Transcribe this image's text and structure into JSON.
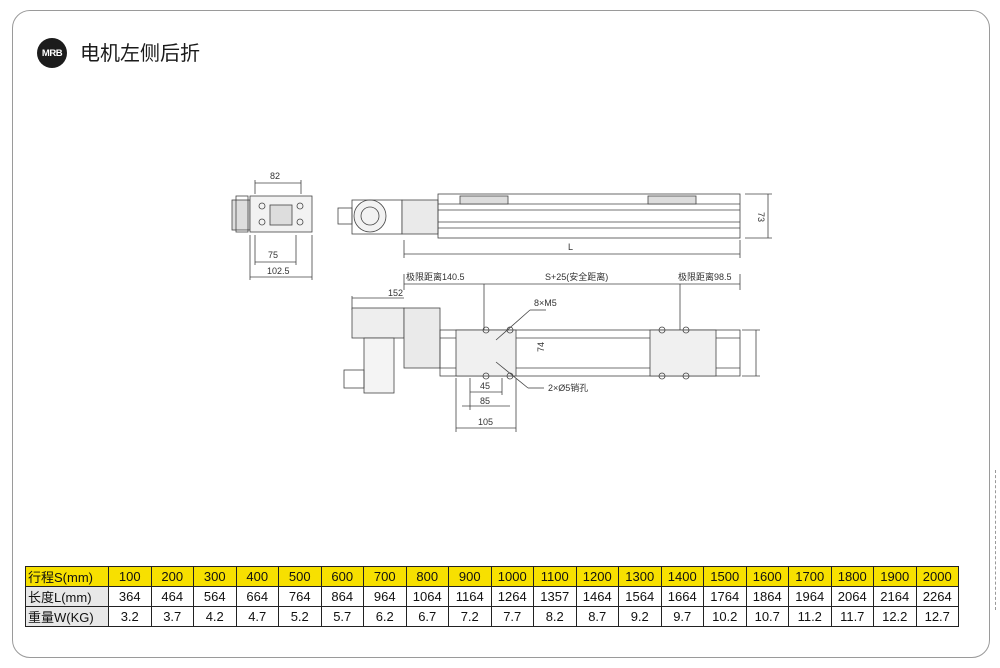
{
  "header": {
    "badge": "MRB",
    "title": "电机左侧后折"
  },
  "drawing": {
    "dims": {
      "end_82": "82",
      "end_75": "75",
      "end_102": "102.5",
      "height_73": "73",
      "length_L": "L",
      "limit_left": "极限距离140.5",
      "stroke_safe": "S+25(安全距离)",
      "limit_right": "极限距离98.5",
      "motor_152": "152",
      "screws": "8×M5",
      "width_74": "74",
      "d45": "45",
      "pins": "2×Ø5销孔",
      "d85": "85",
      "d105": "105"
    }
  },
  "table": {
    "rows": [
      {
        "label": "行程S(mm)",
        "values": [
          "100",
          "200",
          "300",
          "400",
          "500",
          "600",
          "700",
          "800",
          "900",
          "1000",
          "1100",
          "1200",
          "1300",
          "1400",
          "1500",
          "1600",
          "1700",
          "1800",
          "1900",
          "2000"
        ]
      },
      {
        "label": "长度L(mm)",
        "values": [
          "364",
          "464",
          "564",
          "664",
          "764",
          "864",
          "964",
          "1064",
          "1164",
          "1264",
          "1357",
          "1464",
          "1564",
          "1664",
          "1764",
          "1864",
          "1964",
          "2064",
          "2164",
          "2264"
        ]
      },
      {
        "label": "重量W(KG)",
        "values": [
          "3.2",
          "3.7",
          "4.2",
          "4.7",
          "5.2",
          "5.7",
          "6.2",
          "6.7",
          "7.2",
          "7.7",
          "8.2",
          "8.7",
          "9.2",
          "9.7",
          "10.2",
          "10.7",
          "11.2",
          "11.7",
          "12.2",
          "12.7"
        ]
      }
    ]
  },
  "colors": {
    "stroke_row_bg": "#f7e000",
    "line": "#333333"
  }
}
